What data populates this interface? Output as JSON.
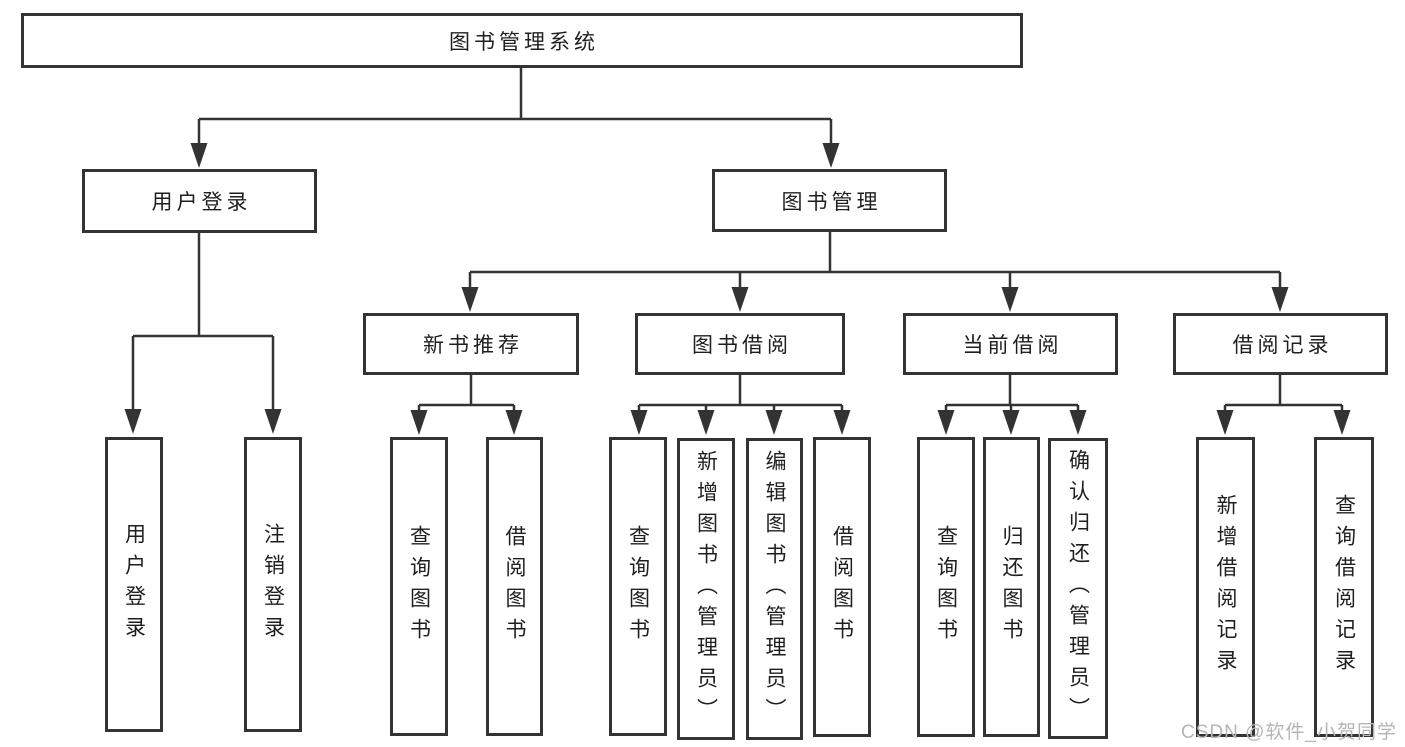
{
  "diagram": {
    "root": {
      "label": "图书管理系统"
    },
    "branches": [
      {
        "label": "用户登录",
        "children": [
          {
            "label": "用户登录"
          },
          {
            "label": "注销登录"
          }
        ]
      },
      {
        "label": "图书管理",
        "children": [
          {
            "label": "新书推荐",
            "children": [
              {
                "label": "查询图书"
              },
              {
                "label": "借阅图书"
              }
            ]
          },
          {
            "label": "图书借阅",
            "children": [
              {
                "label": "查询图书"
              },
              {
                "label": "新增图书（管理员）"
              },
              {
                "label": "编辑图书（管理员）"
              },
              {
                "label": "借阅图书"
              }
            ]
          },
          {
            "label": "当前借阅",
            "children": [
              {
                "label": "查询图书"
              },
              {
                "label": "归还图书"
              },
              {
                "label": "确认归还（管理员）"
              }
            ]
          },
          {
            "label": "借阅记录",
            "children": [
              {
                "label": "新增借阅记录"
              },
              {
                "label": "查询借阅记录"
              }
            ]
          }
        ]
      }
    ]
  },
  "watermark": {
    "text": "CSDN @软件_小贺同学"
  },
  "colors": {
    "line": "#333333",
    "text": "#1f1f1f",
    "watermark": "#b5b5b5",
    "background": "#ffffff"
  }
}
